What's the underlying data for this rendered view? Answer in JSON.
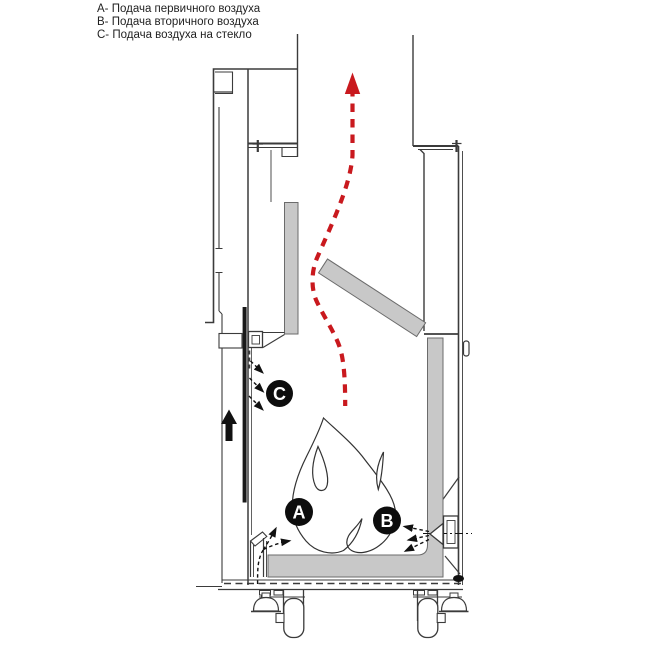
{
  "legend": {
    "items": [
      {
        "key": "A",
        "text": "A- Подача первичного воздуха"
      },
      {
        "key": "B",
        "text": "B- Подача вторичного воздуха"
      },
      {
        "key": "C",
        "text": "C- Подача воздуха на стекло"
      }
    ]
  },
  "markers": {
    "primary_air_label": "A",
    "secondary_air_label": "B",
    "glass_air_label": "C"
  },
  "colors": {
    "flow_red": "#c9191e",
    "panel_gray": "#c8c8c8",
    "line_dark": "#3b3b3b"
  }
}
